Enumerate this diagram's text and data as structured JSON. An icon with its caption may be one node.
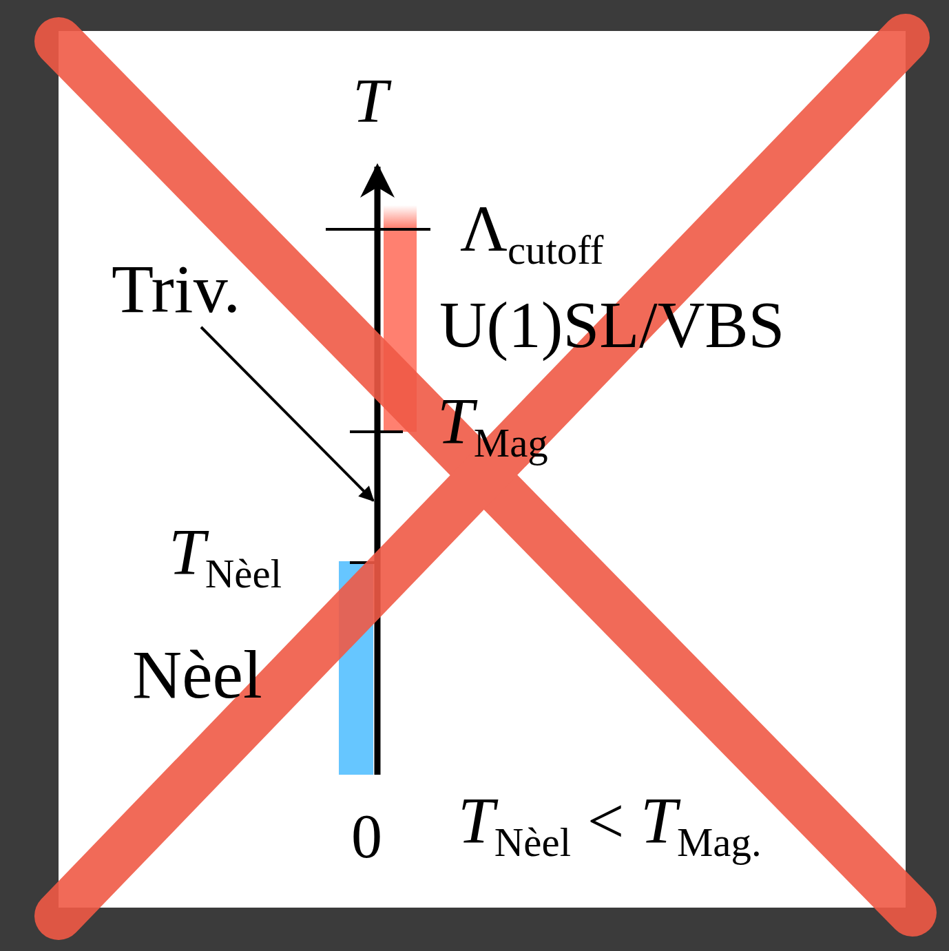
{
  "diagram": {
    "nodes": [
      {
        "text": [
          "Triv."
        ]
      },
      {
        "text": [],
        "shape": "line"
      },
      {
        "text": [],
        "shape": "bar"
      },
      {
        "text": [],
        "shape": "bar"
      }
    ],
    "edges": [
      {
        "from": 0,
        "to": 1,
        "arrow": "to"
      }
    ],
    "labels": [
      "*T*",
      "Λ$_{cutoff}$",
      "U(1)SL/VBS",
      "*T*$_{Mag}$",
      "*T*$_{Nèel}$",
      "Nèel",
      "0",
      "*T*$_{Nèel}$ < *T*$_{Mag.}$"
    ]
  }
}
